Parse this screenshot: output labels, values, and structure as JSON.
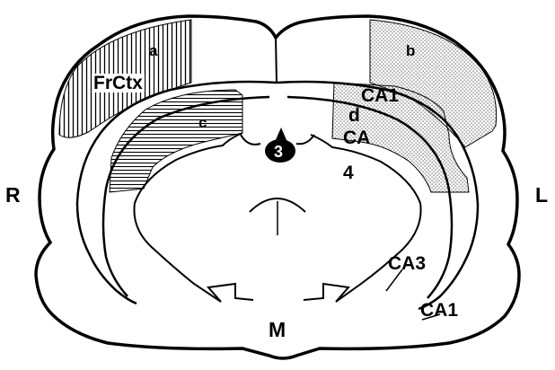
{
  "labels": {
    "region_a": "a",
    "region_b": "b",
    "region_c": "c",
    "region_d": "d",
    "frctx": "FrCtx",
    "ca1_upper": "CA1",
    "ca_mid": "CA",
    "ventricle_3": "3",
    "ventricle_4": "4",
    "ca3": "CA3",
    "ca1_lower": "CA1",
    "right_side": "R",
    "left_side": "L",
    "midline": "M"
  },
  "colors": {
    "outline": "#000000",
    "fill": "#ffffff",
    "hatch": "#000000",
    "dots": "#555555"
  },
  "patterns": {
    "region_a": "vertical-lines",
    "region_b": "dots",
    "region_c": "horizontal-lines",
    "region_d": "dots"
  }
}
